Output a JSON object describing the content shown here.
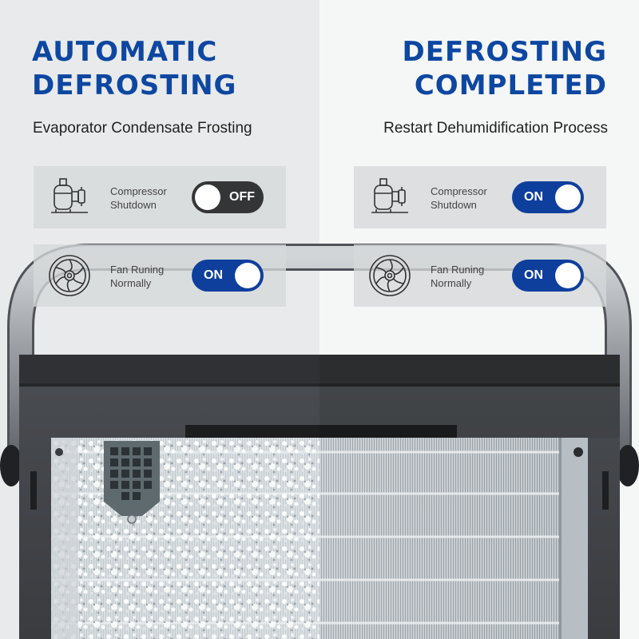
{
  "left": {
    "title_line1": "AUTOMATIC",
    "title_line2": "DEFROSTING",
    "subtitle": "Evaporator Condensate Frosting",
    "compressor": {
      "icon": "compressor-icon",
      "label_line1": "Compressor",
      "label_line2": "Shutdown",
      "state": "OFF"
    },
    "fan": {
      "icon": "fan-icon",
      "label_line1": "Fan Runing",
      "label_line2": "Normally",
      "state": "ON"
    }
  },
  "right": {
    "title_line1": "DEFROSTING",
    "title_line2": "COMPLETED",
    "subtitle": "Restart Dehumidification Process",
    "compressor": {
      "icon": "compressor-icon",
      "label_line1": "Compressor",
      "label_line2": "Shutdown",
      "state": "ON"
    },
    "fan": {
      "icon": "fan-icon",
      "label_line1": "Fan Runing",
      "label_line2": "Normally",
      "state": "ON"
    }
  },
  "colors": {
    "title_blue": "#0d47a1",
    "toggle_on": "#0e3f9c",
    "toggle_off": "#333537",
    "background": "#eceded"
  }
}
